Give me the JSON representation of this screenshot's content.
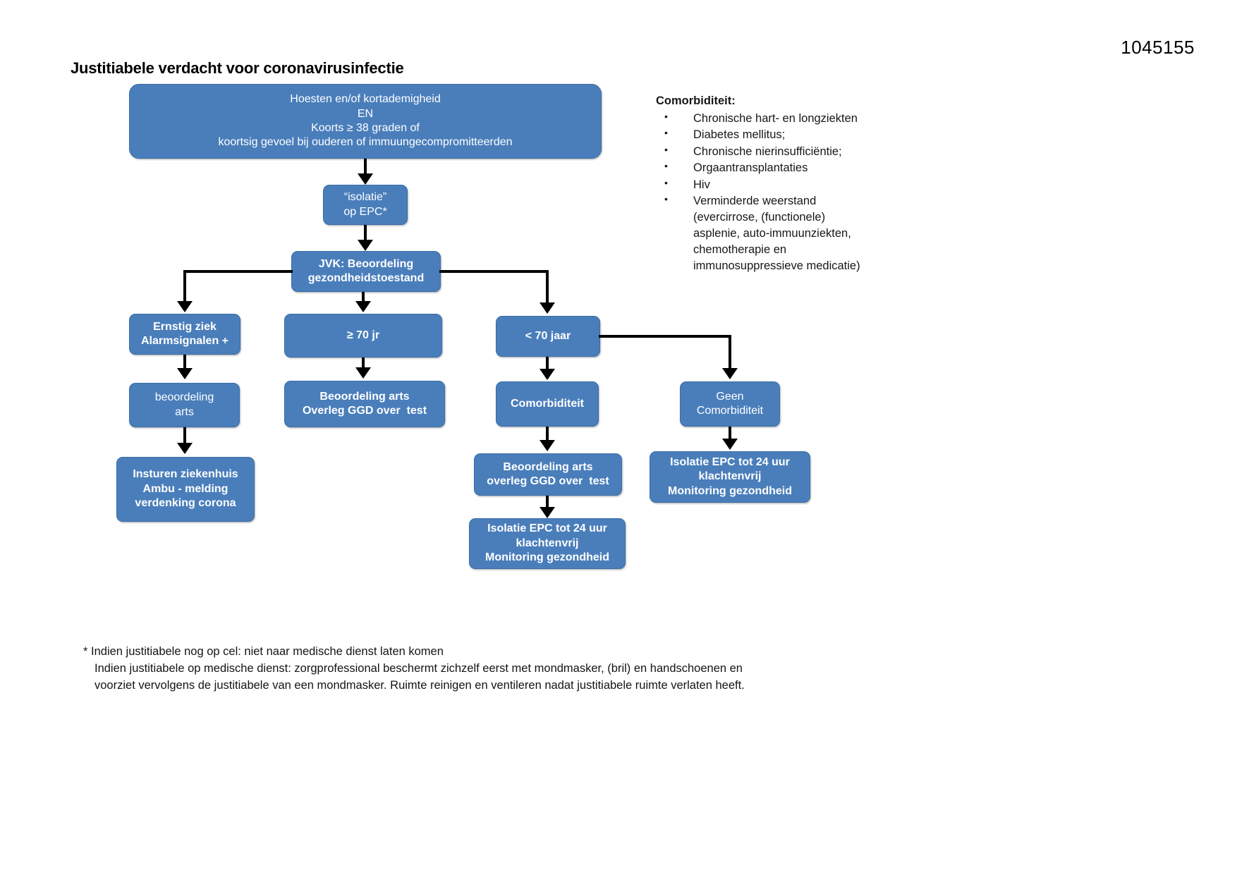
{
  "document": {
    "id_number": "1045155",
    "title": "Justitiabele verdacht voor coronavirusinfectie"
  },
  "comorbidity_panel": {
    "heading": "Comorbiditeit:",
    "items": [
      "Chronische hart- en longziekten",
      "Diabetes mellitus;",
      "Chronische nierinsufficiëntie;",
      "Orgaantransplantaties",
      "Hiv",
      "Verminderde weerstand (evercirrose, (functionele) asplenie, auto-immuunziekten, chemotherapie en immunosuppressieve medicatie)"
    ]
  },
  "footnote": {
    "line1": "* Indien justitiabele nog op cel: niet naar medische dienst laten komen",
    "line2": "Indien justitiabele op medische dienst: zorgprofessional beschermt zichzelf eerst met mondmasker, (bril) en handschoenen  en",
    "line3": "voorziet vervolgens de justitiabele van een mondmasker. Ruimte reinigen en ventileren nadat justitiabele ruimte verlaten heeft."
  },
  "colors": {
    "node_fill": "#4a7ebb",
    "node_border": "#3a6ca8",
    "node_text": "#ffffff",
    "connector": "#000000",
    "page_background": "#ffffff"
  },
  "chart_data": {
    "type": "diagram",
    "title": "Justitiabele verdacht voor coronavirusinfectie",
    "nodes": [
      {
        "id": "symptoms",
        "lines": [
          "Hoesten en/of kortademigheid",
          "EN",
          "Koorts ≥ 38 graden of",
          "koortsig gevoel bij ouderen of immuungecompromitteerden"
        ]
      },
      {
        "id": "isolation-epc",
        "lines": [
          "“isolatie”",
          "op EPC*"
        ]
      },
      {
        "id": "jvk-assessment",
        "lines": [
          "JVK: Beoordeling",
          "gezondheidstoestand"
        ]
      },
      {
        "id": "severely-ill",
        "lines": [
          "Ernstig ziek",
          "Alarmsignalen +"
        ]
      },
      {
        "id": "age-70-plus",
        "lines": [
          "≥ 70 jr"
        ]
      },
      {
        "id": "age-under-70",
        "lines": [
          "< 70 jaar"
        ]
      },
      {
        "id": "doctor-assessment-left",
        "lines": [
          "beoordeling",
          "arts"
        ]
      },
      {
        "id": "doctor-assessment-ggd-mid",
        "lines": [
          "Beoordeling arts",
          "Overleg GGD over  test"
        ]
      },
      {
        "id": "comorbidity-yes",
        "lines": [
          "Comorbiditeit"
        ]
      },
      {
        "id": "comorbidity-no",
        "lines": [
          "Geen",
          "Comorbiditeit"
        ]
      },
      {
        "id": "hospital-admission",
        "lines": [
          "Insturen ziekenhuis",
          "Ambu - melding",
          "verdenking corona"
        ]
      },
      {
        "id": "doctor-assessment-ggd-right",
        "lines": [
          "Beoordeling arts",
          "overleg GGD over  test"
        ]
      },
      {
        "id": "isolation-24h-mid",
        "lines": [
          "Isolatie EPC tot 24 uur",
          "klachtenvrij",
          "Monitoring gezondheid"
        ]
      },
      {
        "id": "isolation-24h-right",
        "lines": [
          "Isolatie EPC tot 24 uur",
          "klachtenvrij",
          "Monitoring gezondheid"
        ]
      }
    ],
    "edges": [
      {
        "from": "symptoms",
        "to": "isolation-epc"
      },
      {
        "from": "isolation-epc",
        "to": "jvk-assessment"
      },
      {
        "from": "jvk-assessment",
        "to": "severely-ill"
      },
      {
        "from": "jvk-assessment",
        "to": "age-70-plus"
      },
      {
        "from": "jvk-assessment",
        "to": "age-under-70"
      },
      {
        "from": "severely-ill",
        "to": "doctor-assessment-left"
      },
      {
        "from": "age-70-plus",
        "to": "doctor-assessment-ggd-mid"
      },
      {
        "from": "age-under-70",
        "to": "comorbidity-yes"
      },
      {
        "from": "age-under-70",
        "to": "comorbidity-no"
      },
      {
        "from": "doctor-assessment-left",
        "to": "hospital-admission"
      },
      {
        "from": "comorbidity-yes",
        "to": "doctor-assessment-ggd-right"
      },
      {
        "from": "comorbidity-no",
        "to": "isolation-24h-right"
      },
      {
        "from": "doctor-assessment-ggd-right",
        "to": "isolation-24h-mid"
      }
    ]
  }
}
